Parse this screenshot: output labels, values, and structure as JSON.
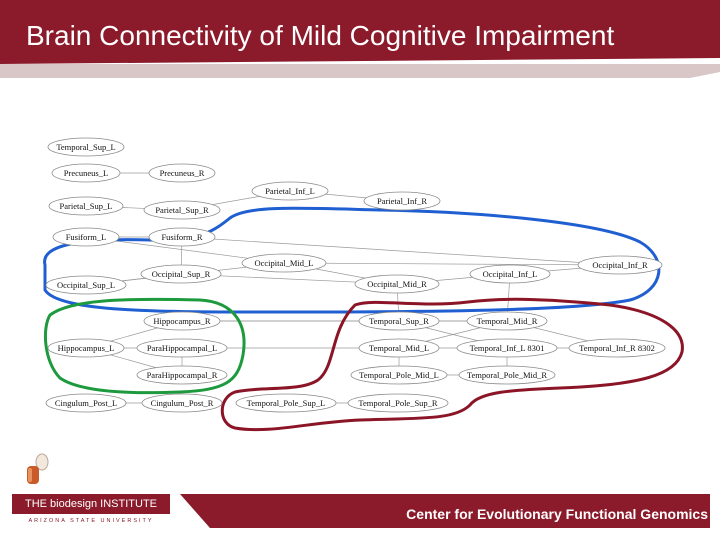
{
  "header": {
    "title": "Brain Connectivity of Mild Cognitive Impairment",
    "colors": {
      "title_bg": "#8b1a2b",
      "accent_stripe": "#d9c6c6"
    }
  },
  "graph": {
    "nodes": [
      {
        "id": "temporal_sup_l",
        "label": "Temporal_Sup_L"
      },
      {
        "id": "precuneus_l",
        "label": "Precuneus_L"
      },
      {
        "id": "precuneus_r",
        "label": "Precuneus_R"
      },
      {
        "id": "parietal_inf_l",
        "label": "Parietal_Inf_L"
      },
      {
        "id": "parietal_sup_l",
        "label": "Parietal_Sup_L"
      },
      {
        "id": "parietal_sup_r",
        "label": "Parietal_Sup_R"
      },
      {
        "id": "parietal_inf_r",
        "label": "Parietal_Inf_R"
      },
      {
        "id": "fusiform_l",
        "label": "Fusiform_L"
      },
      {
        "id": "fusiform_r",
        "label": "Fusiform_R"
      },
      {
        "id": "occipital_mid_l",
        "label": "Occipital_Mid_L"
      },
      {
        "id": "occipital_sup_r",
        "label": "Occipital_Sup_R"
      },
      {
        "id": "occipital_sup_l",
        "label": "Occipital_Sup_L"
      },
      {
        "id": "occipital_mid_r",
        "label": "Occipital_Mid_R"
      },
      {
        "id": "occipital_inf_l",
        "label": "Occipital_Inf_L"
      },
      {
        "id": "occipital_inf_r",
        "label": "Occipital_Inf_R"
      },
      {
        "id": "hippocampus_r",
        "label": "Hippocampus_R"
      },
      {
        "id": "temporal_sup_r",
        "label": "Temporal_Sup_R"
      },
      {
        "id": "temporal_mid_r",
        "label": "Temporal_Mid_R"
      },
      {
        "id": "hippocampus_l",
        "label": "Hippocampus_L"
      },
      {
        "id": "parahippocampal_l",
        "label": "ParaHippocampal_L"
      },
      {
        "id": "temporal_mid_l",
        "label": "Temporal_Mid_L"
      },
      {
        "id": "temporal_inf_l",
        "label": "Temporal_Inf_L 8301"
      },
      {
        "id": "temporal_inf_r",
        "label": "Temporal_Inf_R 8302"
      },
      {
        "id": "parahippocampal_r",
        "label": "ParaHippocampal_R"
      },
      {
        "id": "temporal_pole_mid_l",
        "label": "Temporal_Pole_Mid_L"
      },
      {
        "id": "temporal_pole_mid_r",
        "label": "Temporal_Pole_Mid_R"
      },
      {
        "id": "cingulum_post_l",
        "label": "Cingulum_Post_L"
      },
      {
        "id": "cingulum_post_r",
        "label": "Cingulum_Post_R"
      },
      {
        "id": "temporal_pole_sup_l",
        "label": "Temporal_Pole_Sup_L"
      },
      {
        "id": "temporal_pole_sup_r",
        "label": "Temporal_Pole_Sup_R"
      }
    ],
    "edges": [
      [
        "precuneus_l",
        "precuneus_r"
      ],
      [
        "parietal_sup_l",
        "parietal_sup_r"
      ],
      [
        "parietal_inf_l",
        "parietal_inf_r"
      ],
      [
        "fusiform_l",
        "fusiform_r"
      ],
      [
        "occipital_sup_l",
        "occipital_sup_r"
      ],
      [
        "occipital_mid_l",
        "occipital_mid_r"
      ],
      [
        "occipital_inf_l",
        "occipital_inf_r"
      ],
      [
        "occipital_mid_l",
        "occipital_inf_r"
      ],
      [
        "occipital_sup_l",
        "occipital_mid_l"
      ],
      [
        "occipital_mid_r",
        "occipital_inf_l"
      ],
      [
        "fusiform_r",
        "occipital_inf_r"
      ],
      [
        "fusiform_l",
        "occipital_mid_l"
      ],
      [
        "parietal_sup_r",
        "parietal_inf_l"
      ],
      [
        "occipital_sup_r",
        "occipital_mid_r"
      ],
      [
        "hippocampus_l",
        "parahippocampal_l"
      ],
      [
        "hippocampus_l",
        "hippocampus_r"
      ],
      [
        "hippocampus_l",
        "parahippocampal_r"
      ],
      [
        "parahippocampal_l",
        "parahippocampal_r"
      ],
      [
        "hippocampus_r",
        "temporal_sup_r"
      ],
      [
        "temporal_sup_r",
        "temporal_mid_r"
      ],
      [
        "temporal_mid_l",
        "temporal_inf_l"
      ],
      [
        "temporal_inf_l",
        "temporal_inf_r"
      ],
      [
        "temporal_mid_r",
        "temporal_inf_r"
      ],
      [
        "temporal_mid_l",
        "temporal_mid_r"
      ],
      [
        "temporal_pole_mid_l",
        "temporal_pole_mid_r"
      ],
      [
        "temporal_pole_sup_l",
        "temporal_pole_sup_r"
      ],
      [
        "cingulum_post_l",
        "cingulum_post_r"
      ],
      [
        "temporal_sup_r",
        "temporal_inf_l"
      ],
      [
        "temporal_inf_l",
        "temporal_pole_mid_r"
      ],
      [
        "parahippocampal_l",
        "temporal_mid_l"
      ],
      [
        "hippocampus_r",
        "temporal_mid_r"
      ],
      [
        "occipital_inf_l",
        "temporal_mid_r"
      ],
      [
        "occipital_mid_r",
        "temporal_sup_r"
      ],
      [
        "fusiform_r",
        "occipital_sup_r"
      ],
      [
        "temporal_mid_l",
        "temporal_pole_mid_l"
      ]
    ],
    "clusters": [
      {
        "name": "blue",
        "color": "#1f5fd1"
      },
      {
        "name": "green",
        "color": "#1e9a3e"
      },
      {
        "name": "maroon",
        "color": "#8b1526"
      }
    ]
  },
  "footer": {
    "logo_top": "THE biodesign INSTITUTE",
    "logo_bottom": "ARIZONA STATE UNIVERSITY",
    "center_name": "Center for Evolutionary Functional Genomics",
    "colors": {
      "footer_bg": "#8b1a2b"
    }
  }
}
